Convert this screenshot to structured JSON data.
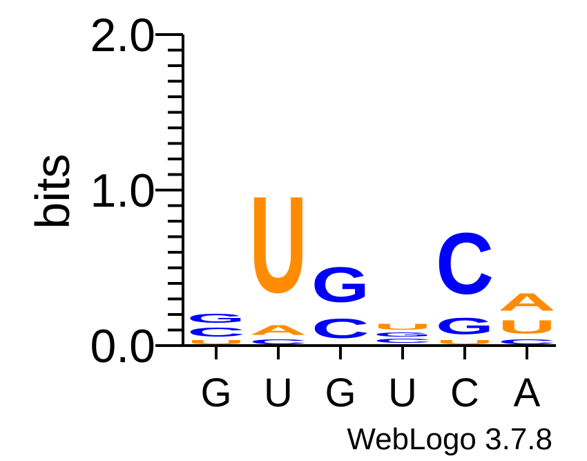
{
  "chart_data": {
    "type": "sequence-logo",
    "ylabel": "bits",
    "ylim": [
      0,
      2.0
    ],
    "yticks": [
      "0.0",
      "1.0",
      "2.0"
    ],
    "minor_tick_step": 0.1,
    "credit": "WebLogo 3.7.8",
    "colors": {
      "A": "#ff8c00",
      "U": "#ff8c00",
      "C": "#0000ff",
      "G": "#0000ff"
    },
    "positions": [
      {
        "label": "G",
        "stack": [
          {
            "letter": "U",
            "bits": 0.04
          },
          {
            "letter": "C",
            "bits": 0.09
          },
          {
            "letter": "G",
            "bits": 0.09
          }
        ]
      },
      {
        "label": "U",
        "stack": [
          {
            "letter": "C",
            "bits": 0.05
          },
          {
            "letter": "A",
            "bits": 0.1
          },
          {
            "letter": "U",
            "bits": 0.99
          }
        ]
      },
      {
        "label": "G",
        "stack": [
          {
            "letter": "U",
            "bits": 0.01
          },
          {
            "letter": "C",
            "bits": 0.2
          },
          {
            "letter": "G",
            "bits": 0.36
          }
        ]
      },
      {
        "label": "U",
        "stack": [
          {
            "letter": "A",
            "bits": 0.01
          },
          {
            "letter": "C",
            "bits": 0.04
          },
          {
            "letter": "G",
            "bits": 0.04
          },
          {
            "letter": "U",
            "bits": 0.06
          }
        ]
      },
      {
        "label": "C",
        "stack": [
          {
            "letter": "U",
            "bits": 0.04
          },
          {
            "letter": "G",
            "bits": 0.17
          },
          {
            "letter": "C",
            "bits": 0.63
          }
        ]
      },
      {
        "label": "A",
        "stack": [
          {
            "letter": "C",
            "bits": 0.05
          },
          {
            "letter": "U",
            "bits": 0.14
          },
          {
            "letter": "A",
            "bits": 0.18
          }
        ]
      }
    ]
  }
}
